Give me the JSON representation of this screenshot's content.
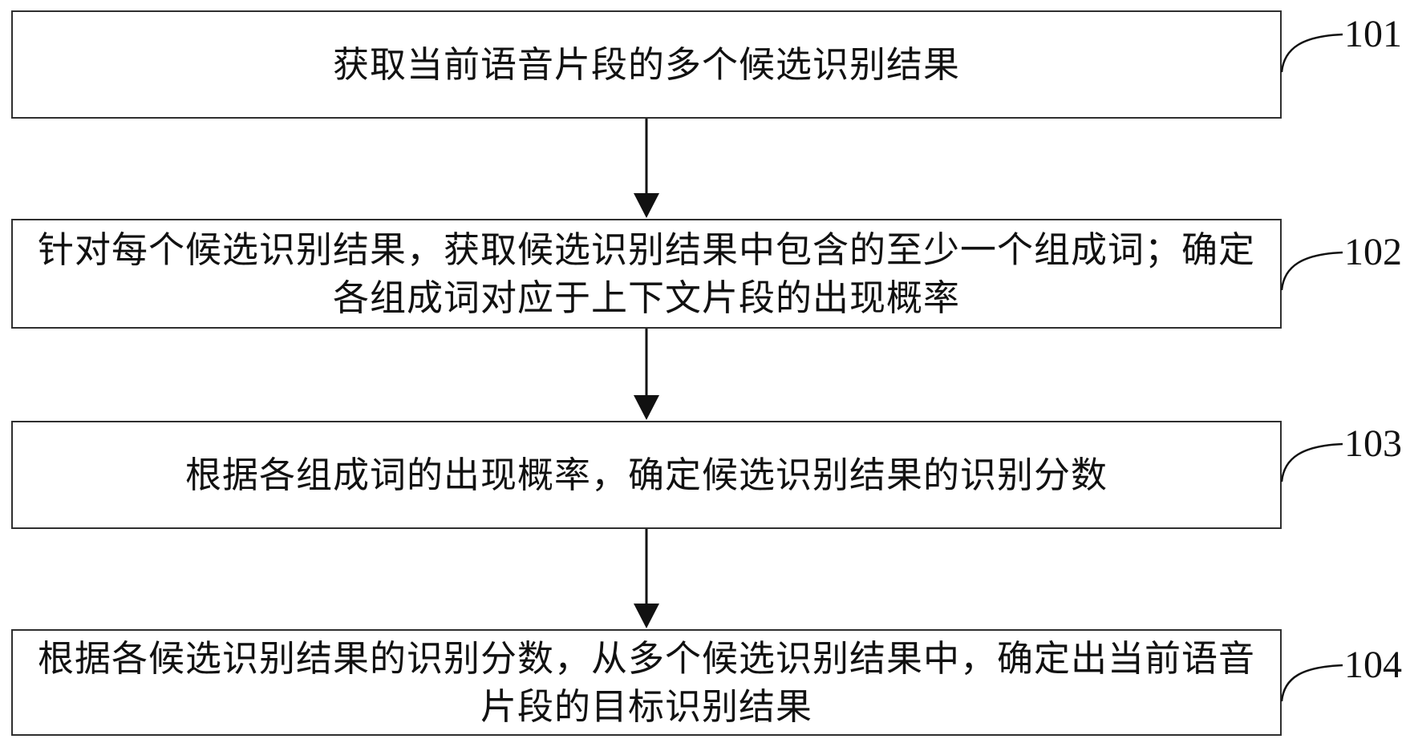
{
  "figure": {
    "background_color": "#ffffff",
    "line_color": "#111111",
    "box_border_color": "#2f2f2f",
    "steps": [
      {
        "ref": "101",
        "text": "获取当前语音片段的多个候选识别结果"
      },
      {
        "ref": "102",
        "text": "针对每个候选识别结果，获取候选识别结果中包含的至少一个组成词；确定各组成词对应于上下文片段的出现概率"
      },
      {
        "ref": "103",
        "text": "根据各组成词的出现概率，确定候选识别结果的识别分数"
      },
      {
        "ref": "104",
        "text": "根据各候选识别结果的识别分数，从多个候选识别结果中，确定出当前语音片段的目标识别结果"
      }
    ]
  }
}
